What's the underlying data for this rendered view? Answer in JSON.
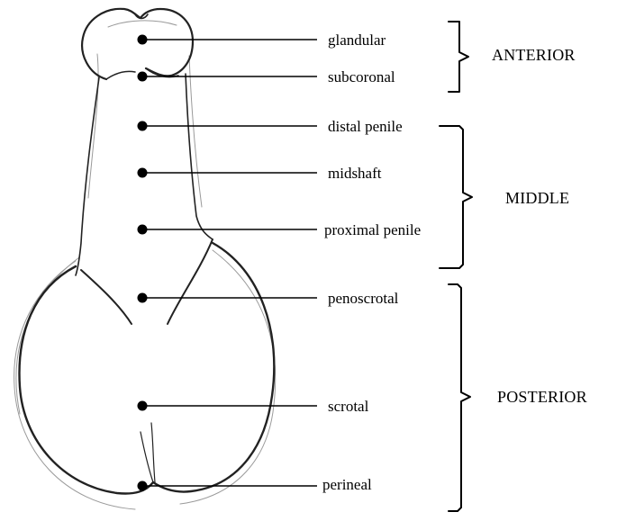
{
  "labels": {
    "glandular": "glandular",
    "subcoronal": "subcoronal",
    "distal_penile": "distal penile",
    "midshaft": "midshaft",
    "proximal_penile": "proximal penile",
    "penoscrotal": "penoscrotal",
    "scrotal": "scrotal",
    "perineal": "perineal"
  },
  "groups": {
    "anterior": "ANTERIOR",
    "middle": "MIDDLE",
    "posterior": "POSTERIOR"
  },
  "colors": {
    "ink": "#000000",
    "sketch": "#222222",
    "background": "#ffffff"
  }
}
